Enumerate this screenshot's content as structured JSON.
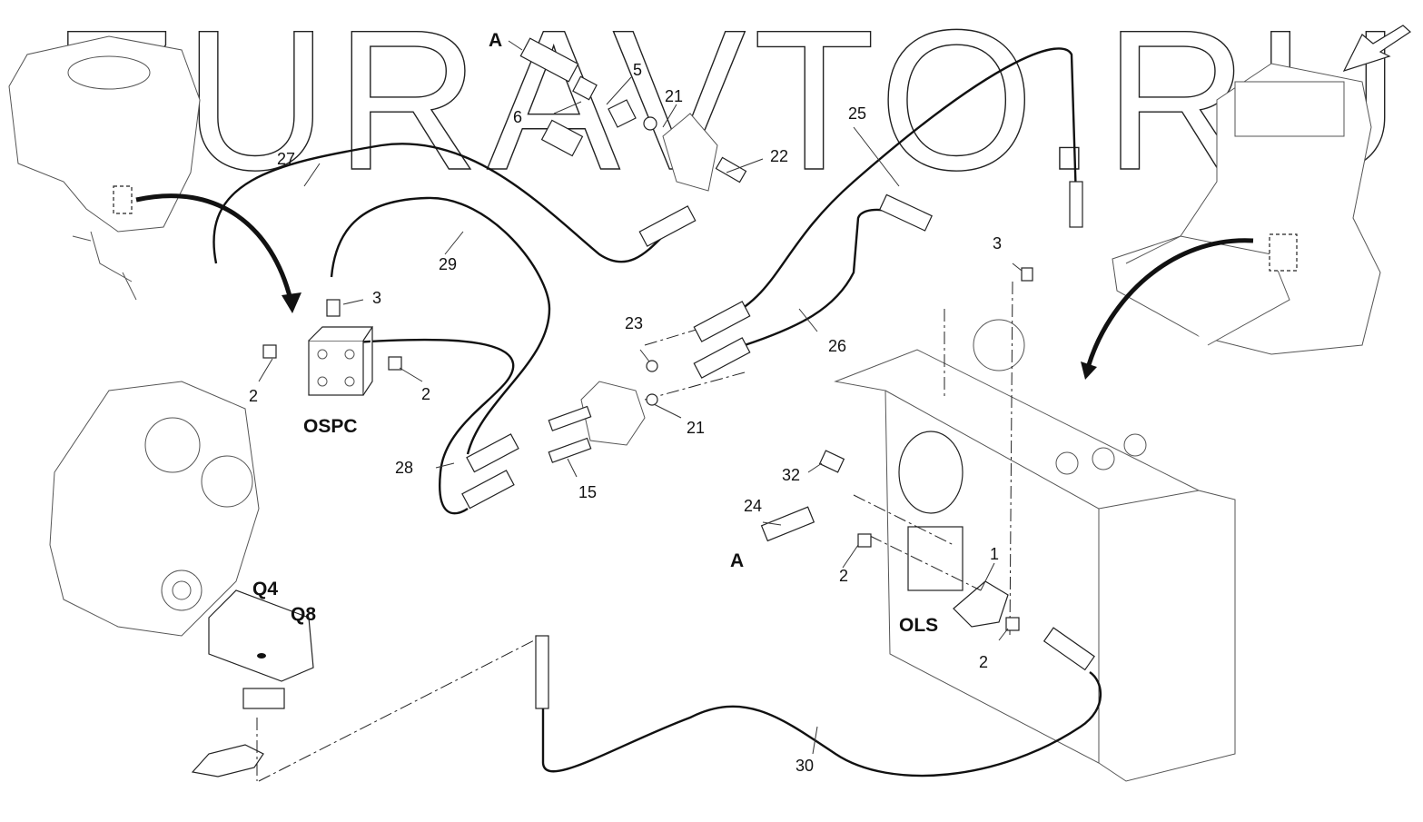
{
  "diagram": {
    "title": "Hydraulic steering circuit",
    "watermark": "ZURAVTO.RU",
    "components": [
      {
        "id": "ospc",
        "label": "OSPC"
      },
      {
        "id": "ols",
        "label": "OLS"
      },
      {
        "id": "q4",
        "label": "Q4"
      },
      {
        "id": "q8",
        "label": "Q8"
      }
    ],
    "connector_marks": {
      "a_top": "A",
      "a_bottom": "A"
    },
    "callouts": {
      "c1": "1",
      "c2a": "2",
      "c2b": "2",
      "c2c": "2",
      "c2d": "2",
      "c3a": "3",
      "c3b": "3",
      "c5": "5",
      "c6": "6",
      "c15": "15",
      "c21a": "21",
      "c21b": "21",
      "c22": "22",
      "c23": "23",
      "c24": "24",
      "c25": "25",
      "c26": "26",
      "c27": "27",
      "c28": "28",
      "c29": "29",
      "c30": "30",
      "c32": "32"
    },
    "view_arrow": "direction-arrow-icon"
  }
}
